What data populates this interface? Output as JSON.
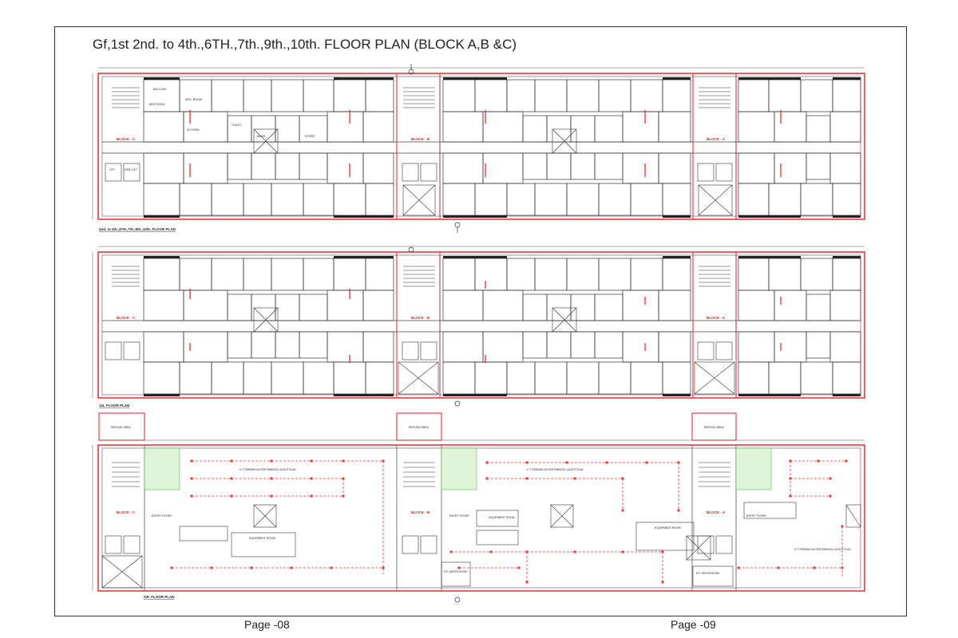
{
  "title": "Gf,1st 2nd. to 4th.,6TH.,7th.,9th.,10th. FLOOR PLAN (BLOCK A,B &C)",
  "plans": [
    {
      "label": "2nd. to 4th.,6TH.,7th.,9th.,10th. FLOOR PLAN"
    },
    {
      "label": "1st. FLOOR PLAN"
    },
    {
      "label": "GR. FLOOR PLAN"
    }
  ],
  "blocks": [
    "BLOCK - C",
    "BLOCK - B",
    "BLOCK - A"
  ],
  "rooms": {
    "bed_room": "BED ROOM",
    "drawing_room": "DRG. ROOM",
    "kitchen": "KITCHEN",
    "toilet": "TOILET",
    "balcony": "BALCONY",
    "wash": "WASH",
    "store": "STORE",
    "lift": "LIFT",
    "fire_lift": "FIRE LIFT"
  },
  "ground": {
    "refuge_area": "REFUGE AREA",
    "equipment_room": "EQUIPMENT ROOM",
    "parking_note": "H.T. PARKING AS PER PARKING LAYOUT PLAN",
    "entry_foyer": "ENTRY FOYER",
    "meter_room": "E.E. METER ROOM"
  },
  "footer": {
    "page_a": "Page -08",
    "page_b": "Page -09"
  }
}
